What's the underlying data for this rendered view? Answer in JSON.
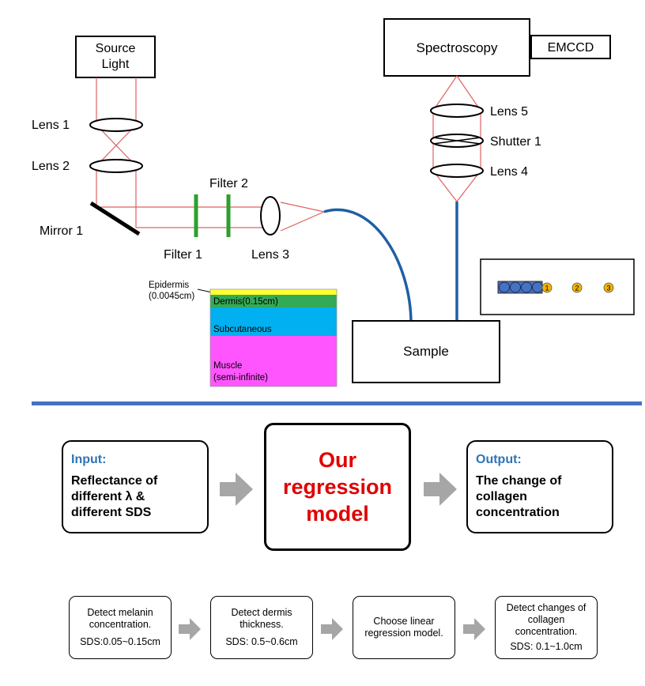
{
  "setup": {
    "source_light": "Source\nLight",
    "lens1": "Lens 1",
    "lens2": "Lens 2",
    "mirror1": "Mirror 1",
    "filter1": "Filter 1",
    "filter2": "Filter 2",
    "lens3": "Lens 3",
    "spectroscopy": "Spectroscopy",
    "emccd": "EMCCD",
    "lens5": "Lens 5",
    "shutter1": "Shutter 1",
    "lens4": "Lens 4",
    "sample": "Sample",
    "probe_fibers": [
      "1",
      "2",
      "3"
    ]
  },
  "tissue": {
    "epidermis": "Epidermis\n(0.0045cm)",
    "dermis": "Dermis(0.15cm)",
    "subcutaneous": "Subcutaneous",
    "muscle": "Muscle\n(semi-infinite)"
  },
  "flow": {
    "input_title": "Input:",
    "input_body": "Reflectance of\ndifferent λ &\ndifferent SDS",
    "model": "Our\nregression\nmodel",
    "output_title": "Output:",
    "output_body": "The change of\ncollagen\nconcentration"
  },
  "steps": [
    {
      "text": "Detect melanin\nconcentration.",
      "sds": "SDS:0.05~0.15cm"
    },
    {
      "text": "Detect dermis\nthickness.",
      "sds": "SDS: 0.5~0.6cm"
    },
    {
      "text": "Choose linear\nregression model.",
      "sds": ""
    },
    {
      "text": "Detect changes of\ncollagen\nconcentration.",
      "sds": "SDS: 0.1~1.0cm"
    }
  ],
  "colors": {
    "beam": "#e06060",
    "fiber": "#1f5fa6",
    "filter": "#2ca02c",
    "divider": "#4472c4",
    "arrow": "#a6a6a6",
    "epidermis": "#ffff33",
    "dermis": "#33aa55",
    "subcutaneous": "#00b0f0",
    "muscle": "#ff55ff",
    "probe": "#4472c4",
    "probe_dot": "#f0b400"
  }
}
